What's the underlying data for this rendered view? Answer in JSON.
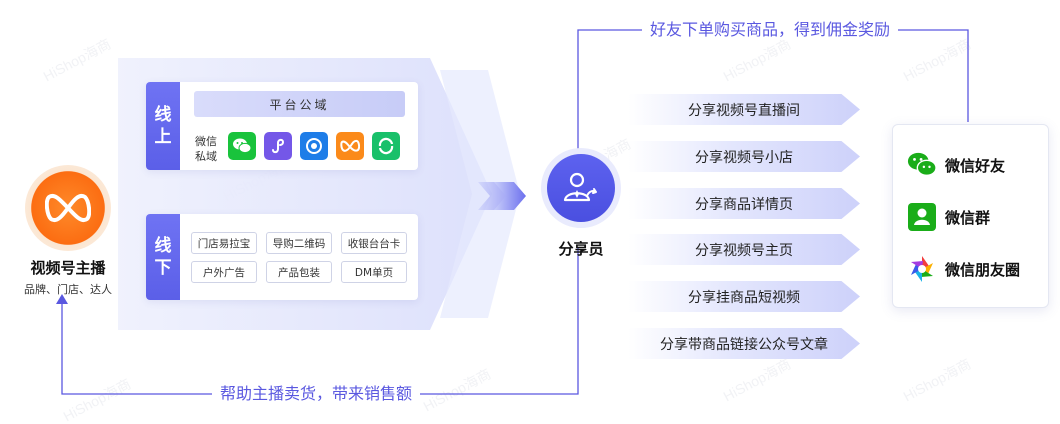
{
  "watermark": "HiShop海商",
  "top_arrow_label": "好友下单购买商品，得到佣金奖励",
  "bottom_arrow_label": "帮助主播卖货，带来销售额",
  "anchor": {
    "title": "视频号主播",
    "subtitle": "品牌、门店、达人"
  },
  "online": {
    "tag_line1": "线",
    "tag_line2": "上",
    "platform": "平台公域",
    "private_line1": "微信",
    "private_line2": "私域"
  },
  "offline": {
    "tag_line1": "线",
    "tag_line2": "下",
    "chips": [
      "门店易拉宝",
      "导购二维码",
      "收银台台卡",
      "户外广告",
      "产品包装",
      "DM单页"
    ]
  },
  "sharer": {
    "label": "分享员"
  },
  "channels": [
    "分享视频号直播间",
    "分享视频号小店",
    "分享商品详情页",
    "分享视频号主页",
    "分享挂商品短视频",
    "分享带商品链接公众号文章"
  ],
  "friends": [
    "微信好友",
    "微信群",
    "微信朋友圈"
  ],
  "colors": {
    "accent": "#5b5fe8",
    "line": "#5a58e0",
    "orange": "#fc6d12"
  }
}
